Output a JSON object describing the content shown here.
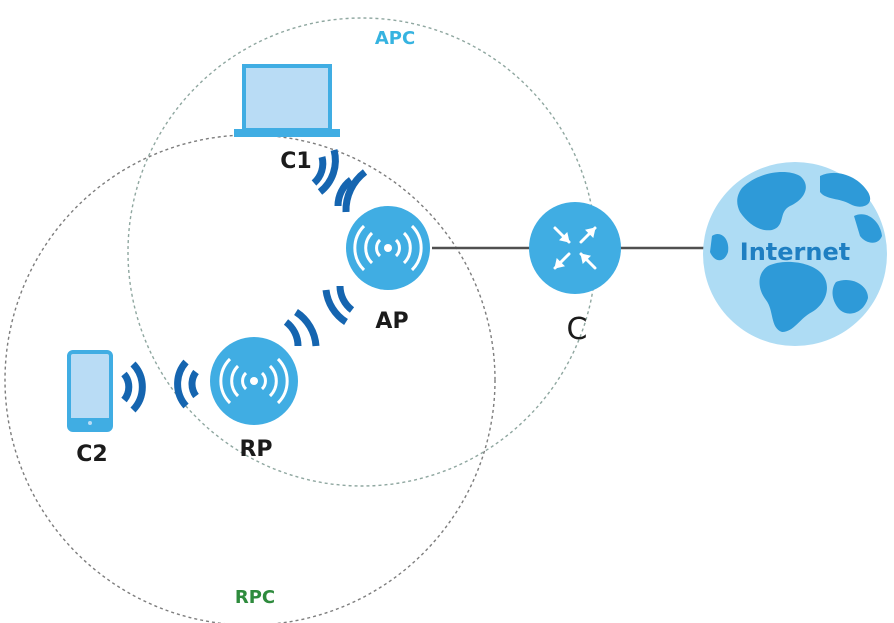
{
  "labels": {
    "apc": "APC",
    "rpc": "RPC",
    "c1": "C1",
    "c2": "C2",
    "ap": "AP",
    "rp": "RP",
    "c": "C",
    "internet": "Internet"
  },
  "colors": {
    "apc_label": "#36b3e0",
    "rpc_label": "#2e8b3d",
    "device_fill": "#40ade3",
    "device_light": "#b9dcf5",
    "signal": "#1565b0",
    "globe_ocean": "#aedcf4",
    "globe_land": "#2e9ad8",
    "internet_text": "#1f7fc2",
    "link_line": "#505050",
    "apc_circle": "#8fa7a0",
    "rpc_circle": "#7d7d7d"
  },
  "icons": {
    "c1": "laptop-icon",
    "c2": "phone-icon",
    "ap": "access-point-icon",
    "rp": "repeater-icon",
    "c": "router-icon",
    "internet": "globe-icon"
  }
}
